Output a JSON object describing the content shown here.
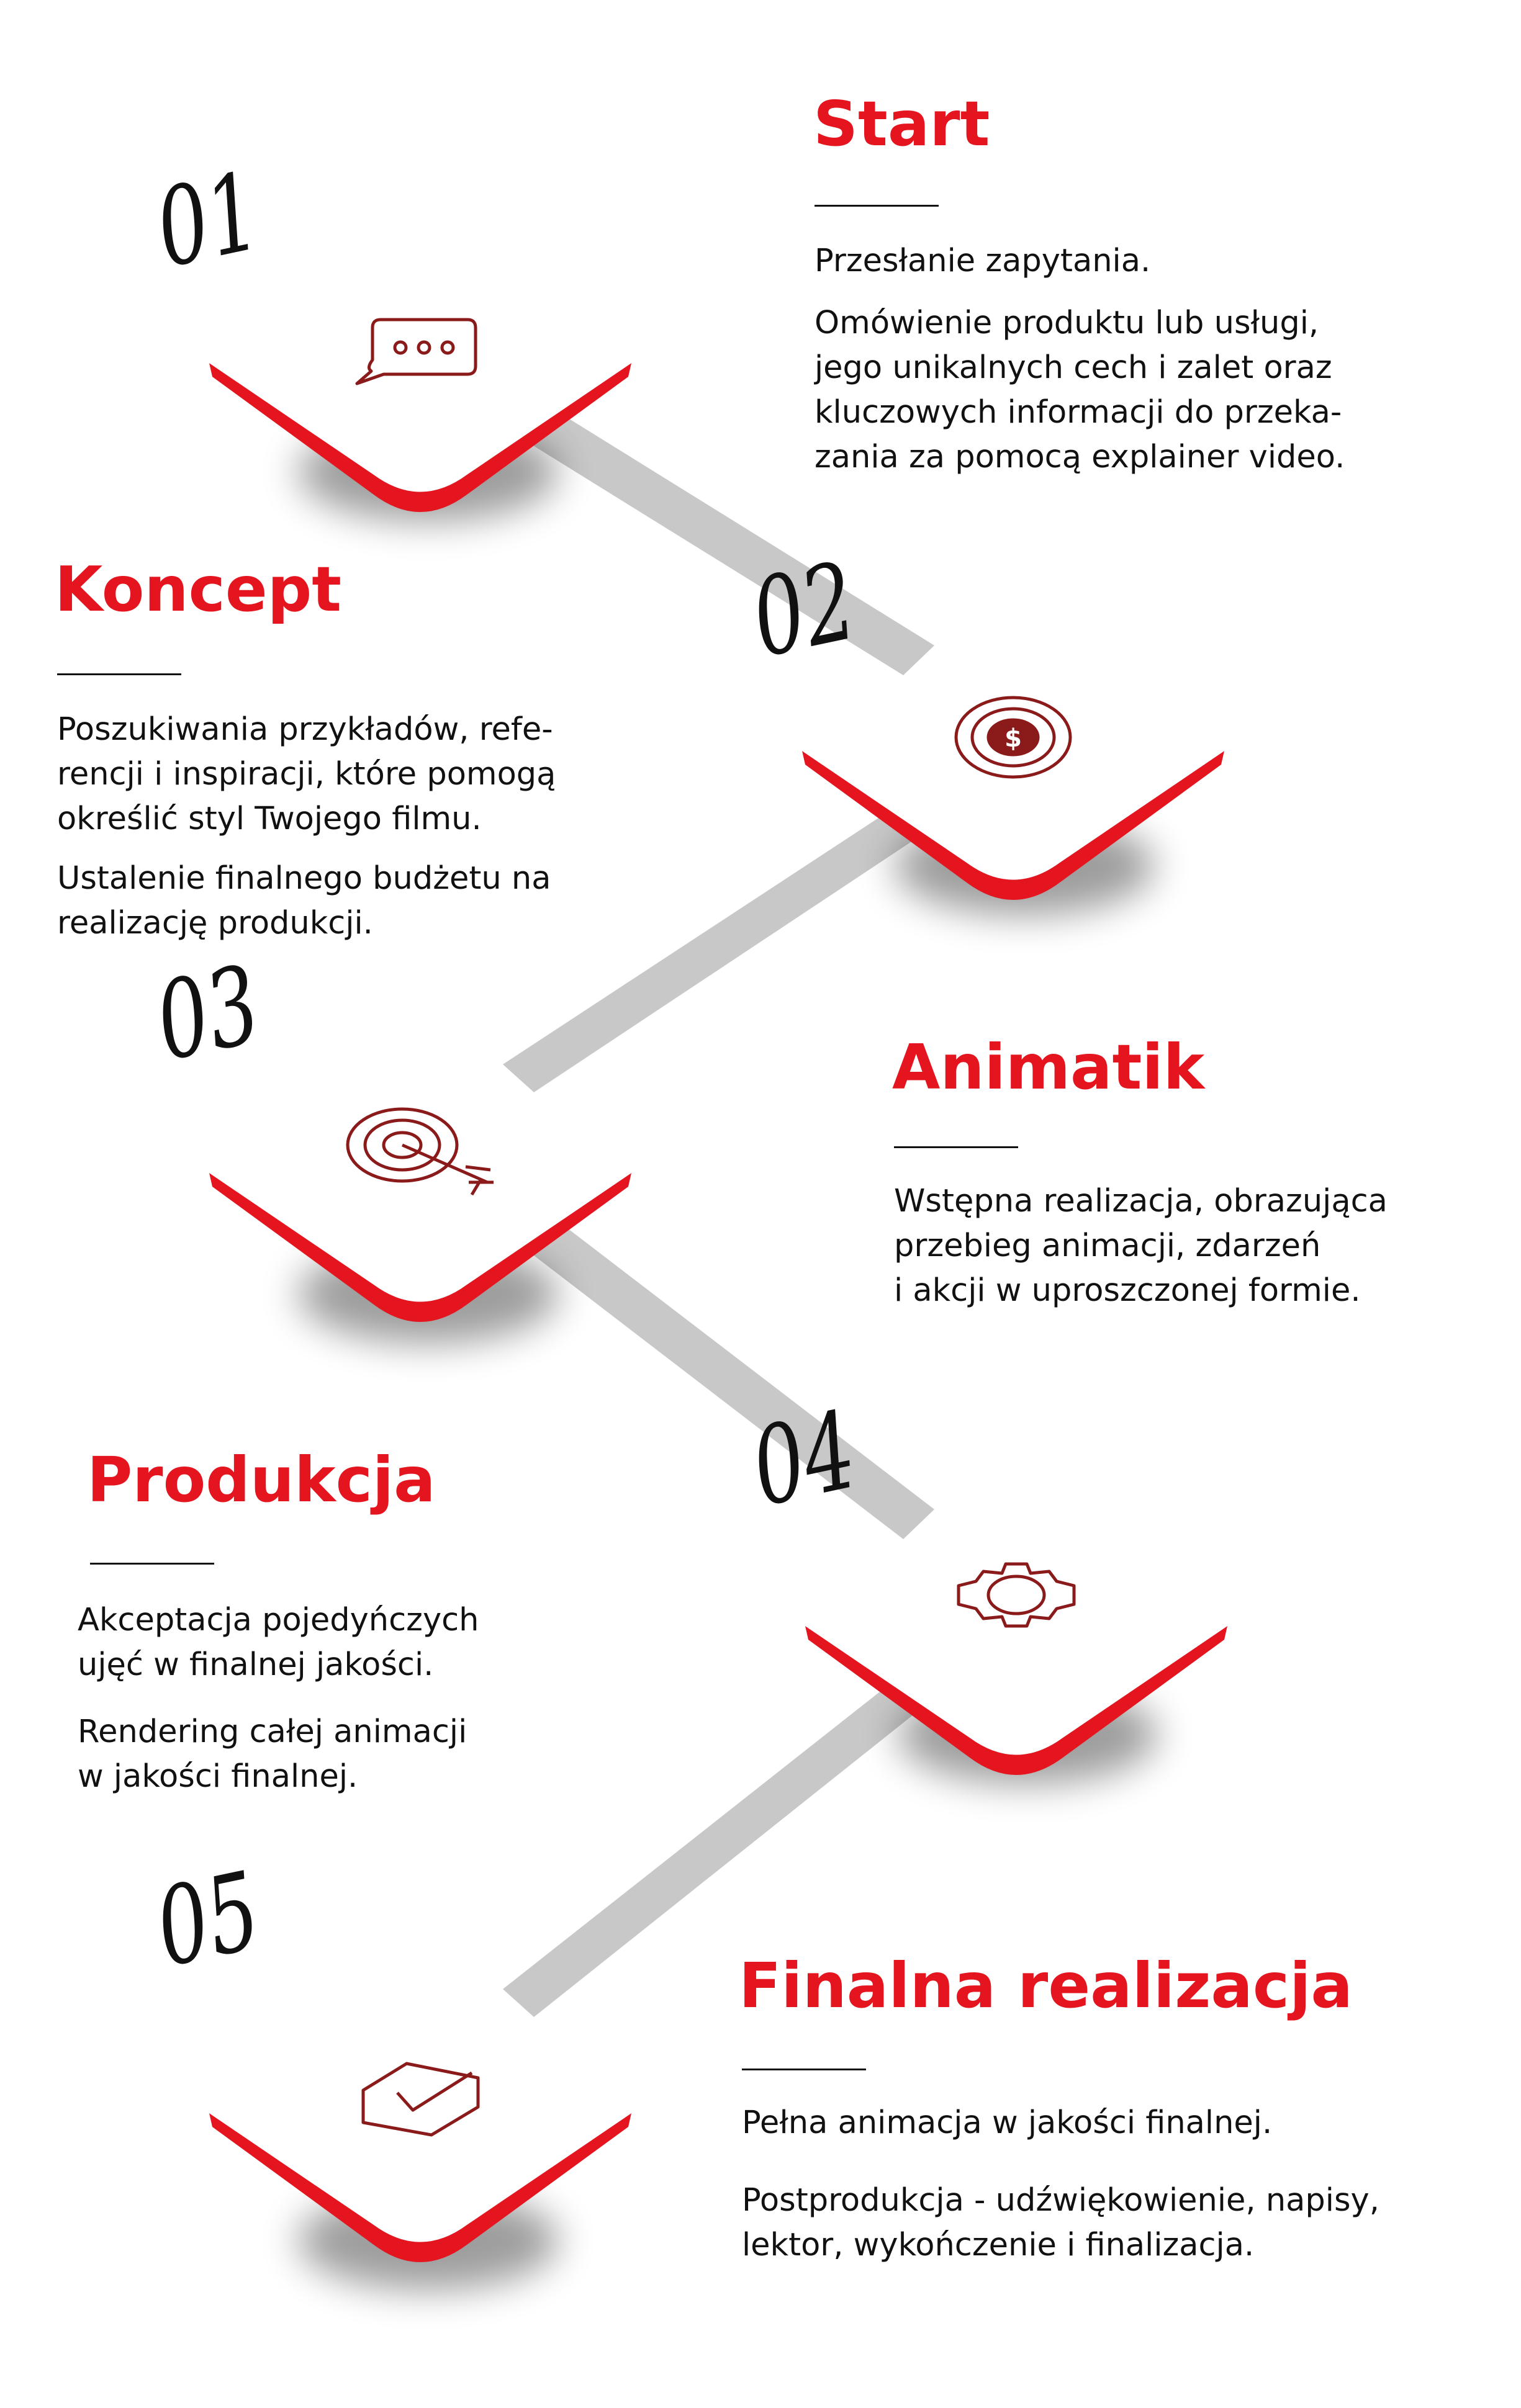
{
  "colors": {
    "accent": "#e5151f",
    "icon_stroke": "#8b1a1a",
    "connector": "#c8c8c8",
    "tile_top": "#ffffff",
    "text": "#111111"
  },
  "steps": [
    {
      "number": "01",
      "icon": "chat-bubble-icon",
      "title": "Start",
      "paragraphs": [
        "Przesłanie zapytania.",
        "Omówienie produktu lub usługi,\njego unikalnych cech i zalet oraz\nkluczowych informacji do przeka-\nzania za pomocą explainer video."
      ]
    },
    {
      "number": "02",
      "icon": "dollar-coin-icon",
      "title": "Koncept",
      "paragraphs": [
        "Poszukiwania przykładów, refe-\nrencji i inspiracji, które pomogą\nokreślić styl Twojego filmu.",
        "Ustalenie finalnego budżetu na\nrealizację produkcji."
      ]
    },
    {
      "number": "03",
      "icon": "target-arrow-icon",
      "title": "Animatik",
      "paragraphs": [
        "Wstępna realizacja, obrazująca\nprzebieg animacji, zdarzeń\ni akcji w uproszczonej formie."
      ]
    },
    {
      "number": "04",
      "icon": "gear-icon",
      "title": "Produkcja",
      "paragraphs": [
        "Akceptacja pojedyńczych\nujęć w finalnej jakości.",
        "Rendering całej animacji\nw jakości finalnej."
      ]
    },
    {
      "number": "05",
      "icon": "checkmark-box-icon",
      "title": "Finalna realizacja",
      "paragraphs": [
        "Pełna animacja w jakości finalnej.",
        "Postprodukcja - udźwiękowienie, napisy,\nlektor, wykończenie i finalizacja."
      ]
    }
  ]
}
